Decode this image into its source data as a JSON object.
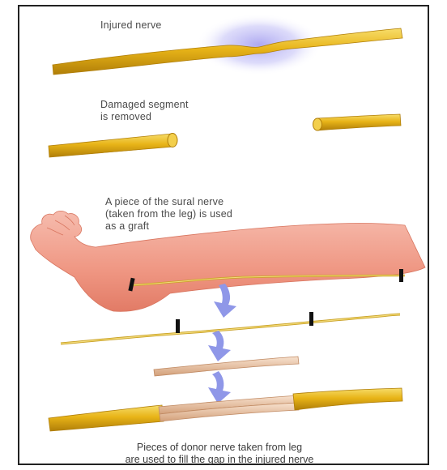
{
  "labels": {
    "injured": "Injured nerve",
    "removed": "Damaged segment\nis removed",
    "graft": "A piece of the sural nerve\n(taken from the leg) is used\nas a graft",
    "caption": "Pieces of donor nerve taken from leg\nare used to fill the gap in the injured nerve"
  },
  "colors": {
    "nerve": "#e8b418",
    "nerve_dark": "#b07e08",
    "nerve_light": "#f7dd6a",
    "graft": "#ebc4a6",
    "skin": "#f2a08c",
    "arrow": "#8f97e8",
    "injury_glow": "#a9a4f0"
  },
  "icons": [
    "down-arrow-icon",
    "cut-mark-icon"
  ]
}
